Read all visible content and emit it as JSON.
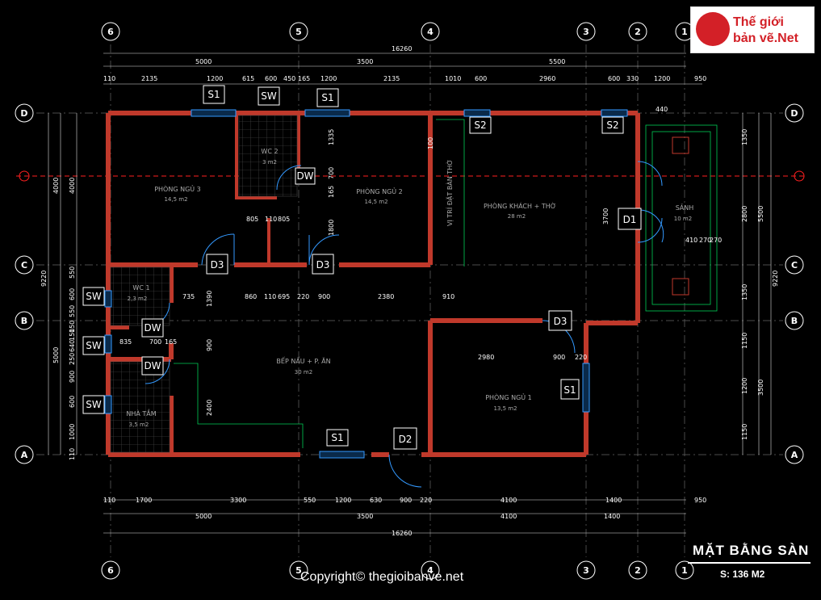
{
  "logo": {
    "line1": "Thế giới",
    "line2": "bản vẽ.Net"
  },
  "title": {
    "main": "MẶT BẰNG SÀN",
    "area": "S: 136 M2"
  },
  "copyright": "Copyright© thegioibanve.net",
  "axes": {
    "columns": [
      "6",
      "5",
      "4",
      "3",
      "2",
      "1"
    ],
    "rows": [
      "D",
      "C",
      "B",
      "A"
    ]
  },
  "rooms": [
    {
      "name": "PHÒNG NGỦ 3",
      "area": "14,5 m2"
    },
    {
      "name": "WC 2",
      "area": "3 m2"
    },
    {
      "name": "PHÒNG NGỦ 2",
      "area": "14,5 m2"
    },
    {
      "name": "PHÒNG KHÁCH + THỜ",
      "area": "28 m2"
    },
    {
      "name": "SẢNH",
      "area": "10 m2"
    },
    {
      "name": "WC 1",
      "area": "2,3 m2"
    },
    {
      "name": "BẾP NẤU + P. ĂN",
      "area": "30 m2"
    },
    {
      "name": "PHÒNG NGỦ 1",
      "area": "13,5 m2"
    },
    {
      "name": "NHÀ TẮM",
      "area": "3,5 m2"
    }
  ],
  "note_altar": "VỊ TRÍ ĐẶT BÀN THỜ",
  "tags": {
    "s1": "S1",
    "s2": "S2",
    "sw": "SW",
    "dw": "DW",
    "d1": "D1",
    "d2": "D2",
    "d3": "D3"
  },
  "dims_top_overall": "16260",
  "dims_top_major": [
    "5000",
    "3500",
    "5500"
  ],
  "dims_top_minor": [
    "110",
    "2135",
    "1200",
    "615",
    "600",
    "450",
    "165",
    "1200",
    "2135",
    "1010",
    "600",
    "2960",
    "600",
    "330",
    "1200",
    "950"
  ],
  "dims_bottom_overall": "16260",
  "dims_bottom_major": [
    "5000",
    "3500",
    "4100",
    "1400"
  ],
  "dims_bottom_minor": [
    "110",
    "1700",
    "3300",
    "550",
    "1200",
    "630",
    "900",
    "220",
    "4100",
    "1400",
    "950"
  ],
  "dims_left": [
    "9220",
    "4000",
    "4000",
    "550",
    "600",
    "550",
    "5000",
    "150",
    "150",
    "640",
    "250",
    "900",
    "600",
    "1000",
    "110"
  ],
  "dims_right": [
    "9220",
    "5500",
    "1350",
    "2800",
    "1350",
    "3500",
    "1150",
    "1200",
    "1150"
  ],
  "dims_inner": [
    "805",
    "110",
    "805",
    "735",
    "1390",
    "860",
    "110",
    "695",
    "220",
    "900",
    "2380",
    "910",
    "1335",
    "700",
    "165",
    "1800",
    "2980",
    "900",
    "220",
    "835",
    "700",
    "165",
    "2400",
    "900",
    "3700",
    "440",
    "410",
    "270",
    "270",
    "100"
  ]
}
